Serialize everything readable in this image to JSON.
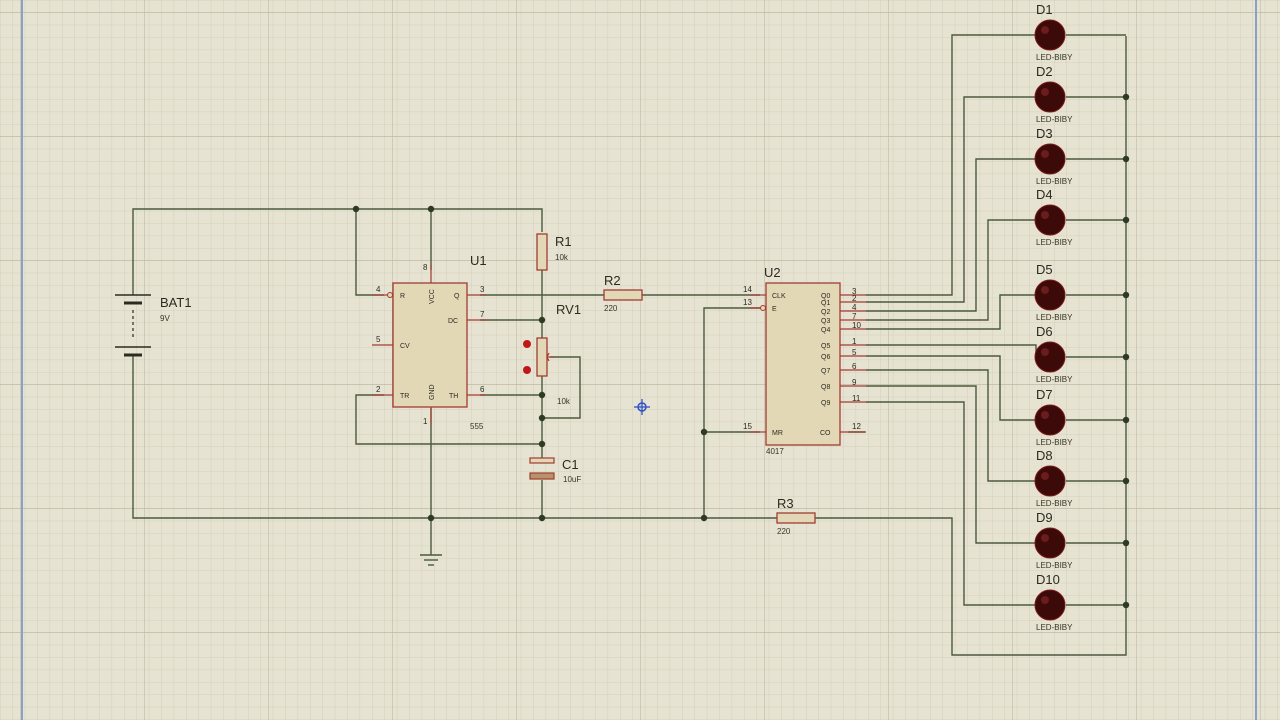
{
  "components": {
    "bat1": {
      "ref": "BAT1",
      "value": "9V"
    },
    "u1": {
      "ref": "U1",
      "part": "555",
      "pins": {
        "R": "R",
        "VCC": "VCC",
        "Q": "Q",
        "DC": "DC",
        "CV": "CV",
        "TR": "TR",
        "GND": "GND",
        "TH": "TH"
      },
      "pin_numbers": {
        "R": "4",
        "VCC": "8",
        "Q": "3",
        "DC": "7",
        "CV": "5",
        "TR": "2",
        "GND": "1",
        "TH": "6"
      }
    },
    "r1": {
      "ref": "R1",
      "value": "10k"
    },
    "rv1": {
      "ref": "RV1",
      "value": "10k"
    },
    "c1": {
      "ref": "C1",
      "value": "10uF"
    },
    "r2": {
      "ref": "R2",
      "value": "220"
    },
    "r3": {
      "ref": "R3",
      "value": "220"
    },
    "u2": {
      "ref": "U2",
      "part": "4017",
      "left_pins": [
        {
          "label": "CLK",
          "num": "14"
        },
        {
          "label": "E",
          "num": "13"
        },
        {
          "label": "MR",
          "num": "15"
        }
      ],
      "outputs": [
        {
          "label": "Q0",
          "num": "3"
        },
        {
          "label": "Q1",
          "num": "2"
        },
        {
          "label": "Q2",
          "num": "4"
        },
        {
          "label": "Q3",
          "num": "7"
        },
        {
          "label": "Q4",
          "num": "10"
        },
        {
          "label": "Q5",
          "num": "1"
        },
        {
          "label": "Q6",
          "num": "5"
        },
        {
          "label": "Q7",
          "num": "6"
        },
        {
          "label": "Q8",
          "num": "9"
        },
        {
          "label": "Q9",
          "num": "11"
        }
      ],
      "co": {
        "label": "CO",
        "num": "12"
      }
    },
    "leds": [
      {
        "ref": "D1",
        "value": "LED-BIBY"
      },
      {
        "ref": "D2",
        "value": "LED-BIBY"
      },
      {
        "ref": "D3",
        "value": "LED-BIBY"
      },
      {
        "ref": "D4",
        "value": "LED-BIBY"
      },
      {
        "ref": "D5",
        "value": "LED-BIBY"
      },
      {
        "ref": "D6",
        "value": "LED-BIBY"
      },
      {
        "ref": "D7",
        "value": "LED-BIBY"
      },
      {
        "ref": "D8",
        "value": "LED-BIBY"
      },
      {
        "ref": "D9",
        "value": "LED-BIBY"
      },
      {
        "ref": "D10",
        "value": "LED-BIBY"
      }
    ]
  },
  "colors": {
    "background": "#e6e3d2",
    "grid_minor": "#cfcab4",
    "grid_major": "#b9b39a",
    "wire": "#4a5a3e",
    "component_outline": "#a23c32",
    "component_body": "#e2d8b6",
    "led": "#3d0a0a",
    "frame": "#8aa0c8"
  }
}
